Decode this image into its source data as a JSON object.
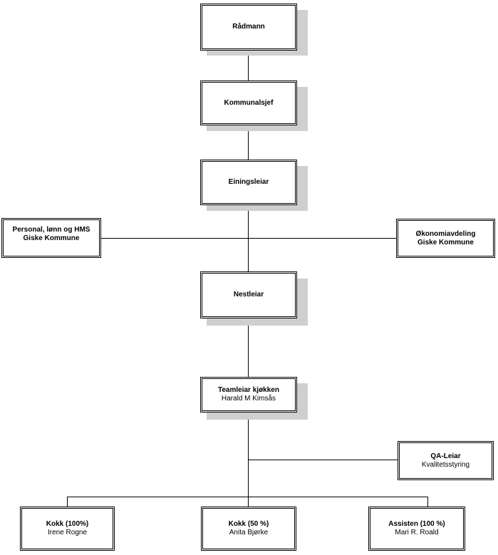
{
  "nodes": {
    "radmann": {
      "title": "Rådmann"
    },
    "kommunalsjef": {
      "title": "Kommunalsjef"
    },
    "einingsleiar": {
      "title": "Einingsleiar"
    },
    "personal": {
      "title": "Personal, lønn og HMS",
      "subtitle": "Giske Kommune"
    },
    "okonomi": {
      "title": "Økonomiavdeling",
      "subtitle": "Giske Kommune"
    },
    "nestleiar": {
      "title": "Nestleiar"
    },
    "teamleiar": {
      "title": "Teamleiar kjøkken",
      "subtitle": "Harald M Kimsås"
    },
    "qa": {
      "title": "QA-Leiar",
      "subtitle": "Kvalitetsstyring"
    },
    "kokk1": {
      "title": "Kokk (100%)",
      "subtitle": "Irene Rogne"
    },
    "kokk2": {
      "title": "Kokk (50 %)",
      "subtitle": "Anita Bjørke"
    },
    "assisten": {
      "title": "Assisten (100 %)",
      "subtitle": "Mari R. Roald"
    }
  },
  "colors": {
    "line": "#000000",
    "shadow": "#cfcfcf",
    "box": "#ffffff"
  }
}
